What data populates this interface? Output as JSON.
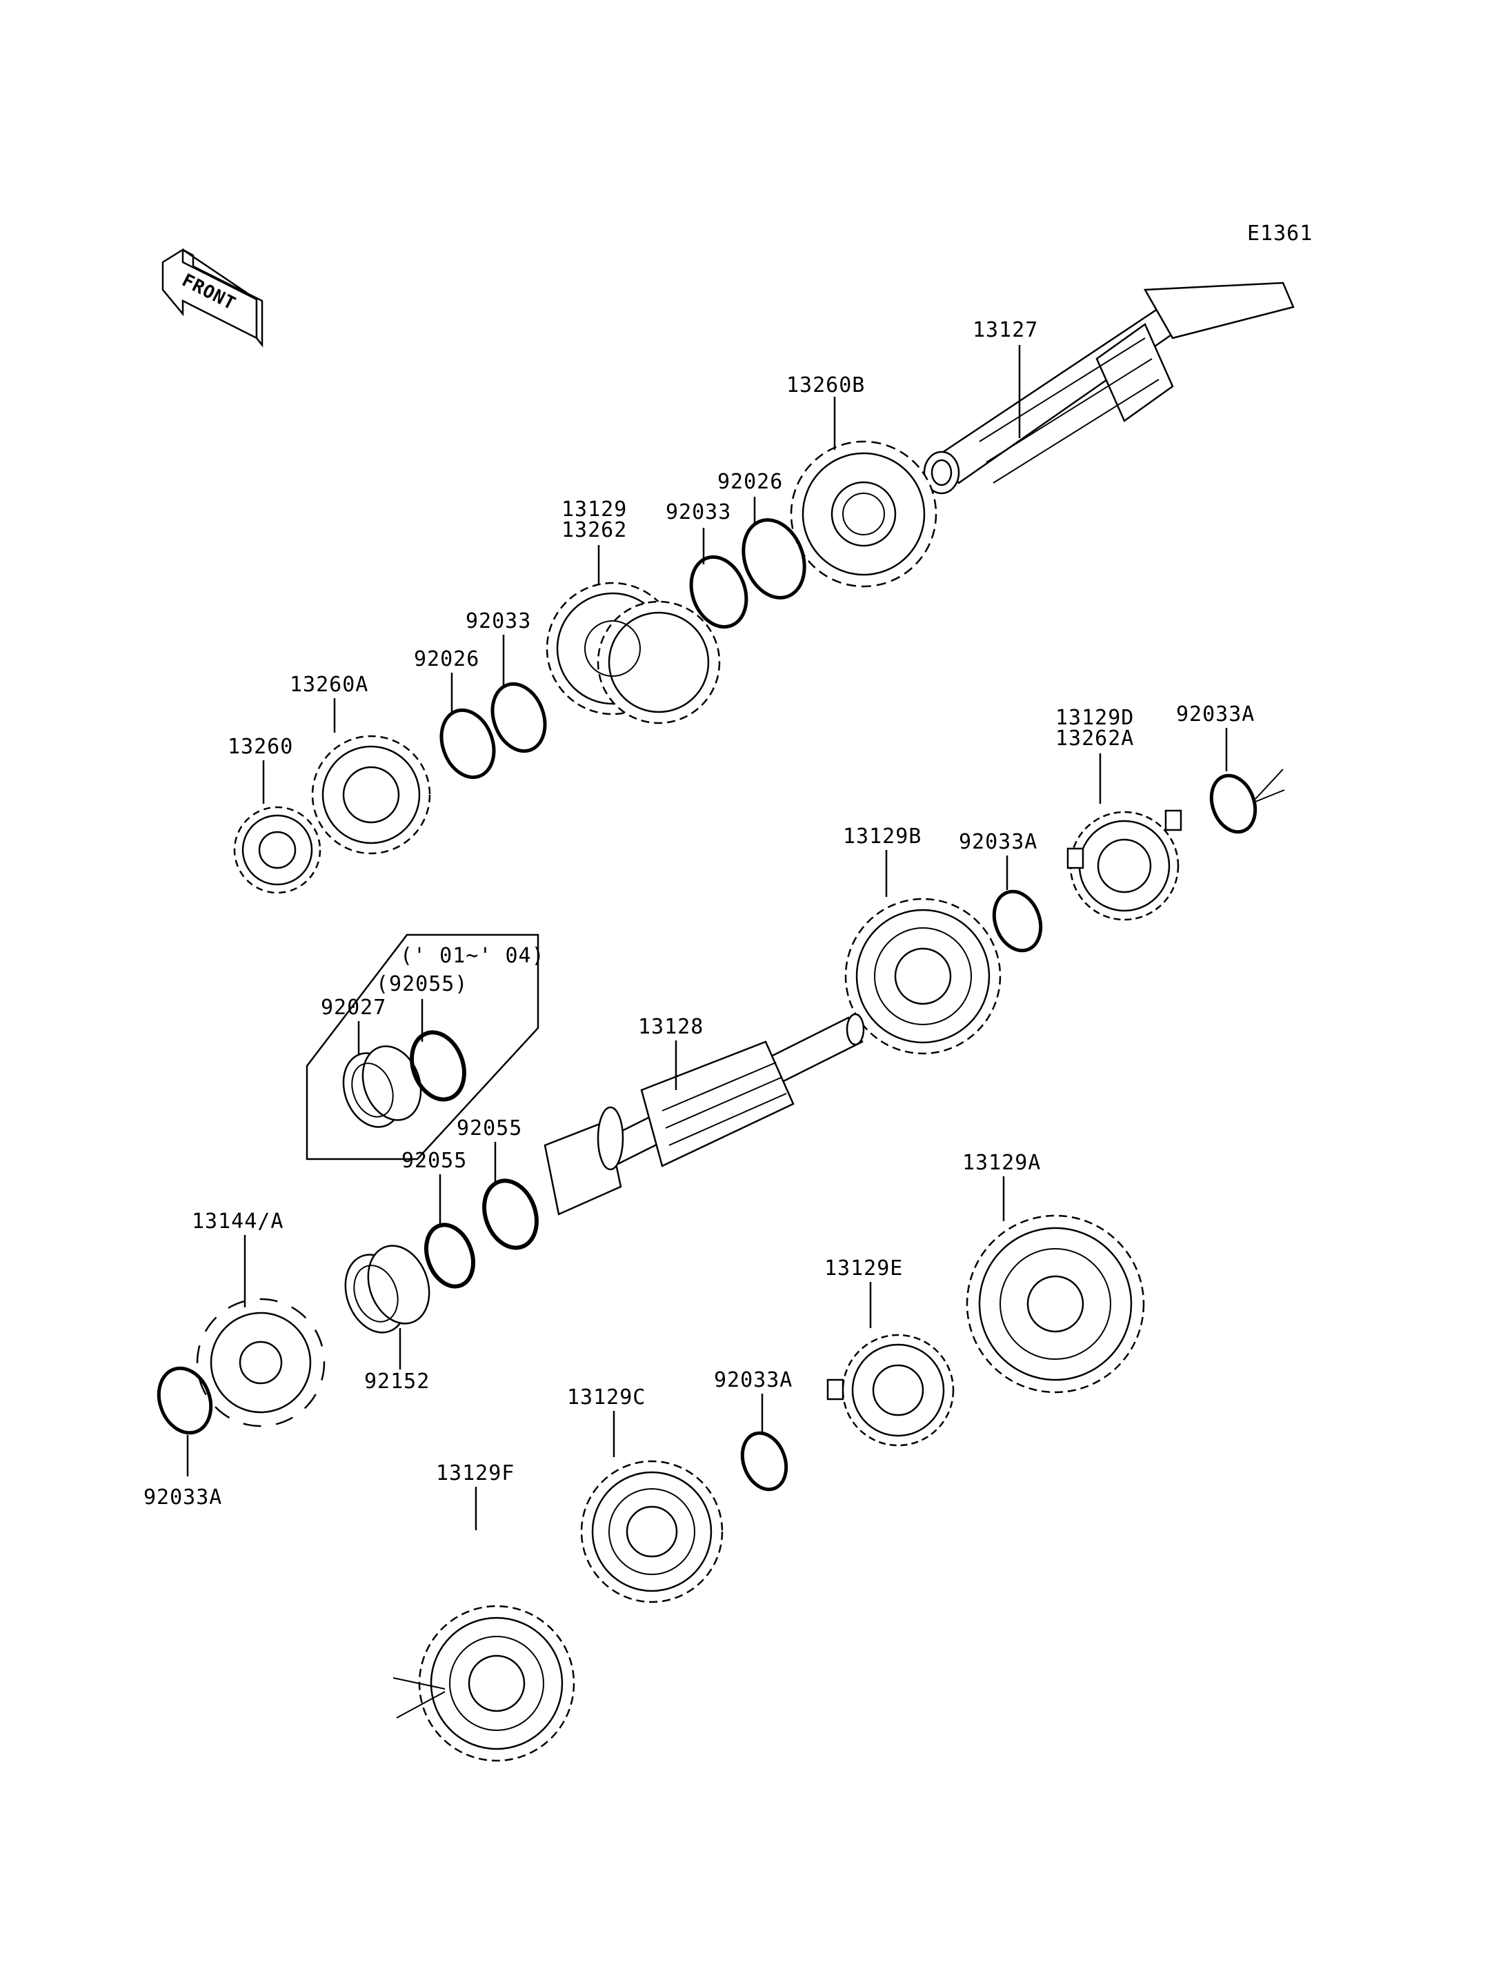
{
  "diagram_code": "E1361",
  "front_label": "FRONT",
  "callouts": {
    "p13127": "13127",
    "p13260B": "13260B",
    "p92026_top": "92026",
    "p92033_top": "92033",
    "p13129": "13129",
    "p13262": "13262",
    "p92033_mid": "92033",
    "p92026_mid": "92026",
    "p13260A": "13260A",
    "p13260": "13260",
    "p13129D": "13129D",
    "p13262A": "13262A",
    "p92033A_right": "92033A",
    "p13129B": "13129B",
    "p92033A_mid": "92033A",
    "p13128": "13128",
    "variant_years": "(' 01~' 04)",
    "variant_part": "(92055)",
    "p92027": "92027",
    "p92055_a": "92055",
    "p92055_b": "92055",
    "p13144A": "13144/A",
    "p92152": "92152",
    "p92033A_left": "92033A",
    "p13129A": "13129A",
    "p13129E": "13129E",
    "p92033A_low": "92033A",
    "p13129C": "13129C",
    "p13129F": "13129F"
  }
}
